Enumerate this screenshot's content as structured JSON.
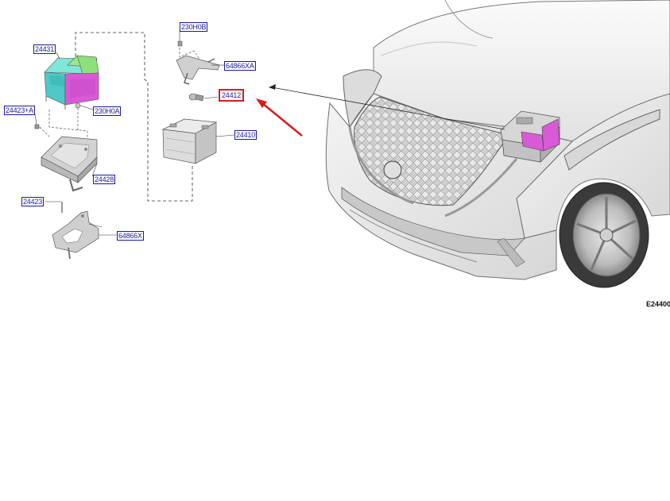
{
  "callouts": {
    "c24431": "24431",
    "c24423a": "24423+A",
    "c230h0a": "230H0A",
    "c24428": "24428",
    "c24423": "24423",
    "c64866x": "64866X",
    "c230h0b": "230H0B",
    "c64866xa": "64866XA",
    "c24412": "24412",
    "c24410": "24410"
  },
  "highlighted_part": "24412",
  "diagram_id": "E24400",
  "colors": {
    "callout_border": "#1a1a9c",
    "highlight": "#d81c1c",
    "cover_teal": "#3fc9c0",
    "cover_green": "#8fe07a",
    "cover_magenta": "#d95ad6",
    "line": "#444444"
  }
}
